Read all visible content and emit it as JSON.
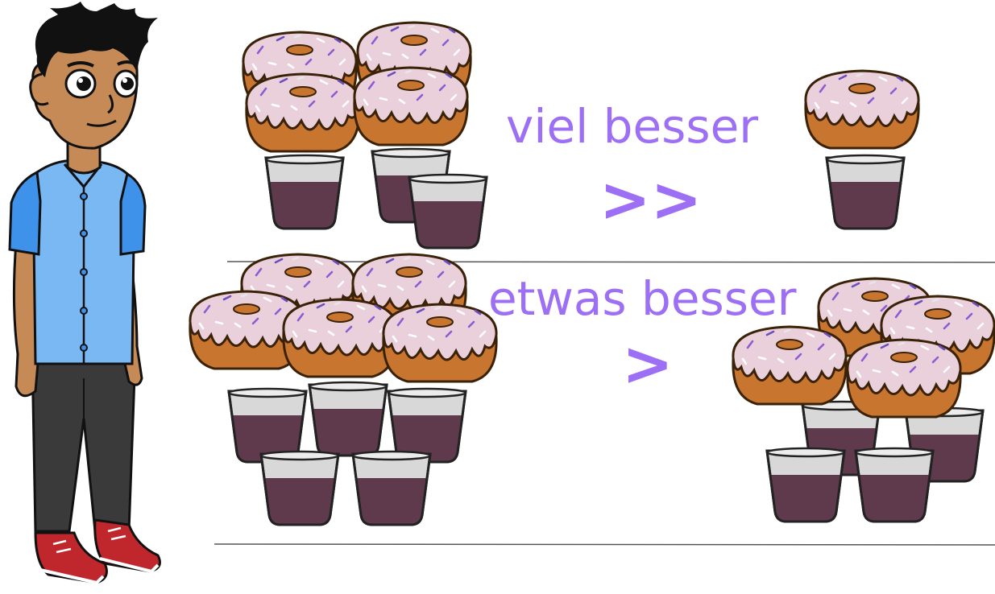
{
  "comparisons": [
    {
      "phrase": "viel besser",
      "symbol": ">>",
      "left": {
        "donuts": 4,
        "cups": 3
      },
      "right": {
        "donuts": 1,
        "cups": 1
      }
    },
    {
      "phrase": "etwas besser",
      "symbol": ">",
      "left": {
        "donuts": 5,
        "cups": 5
      },
      "right": {
        "donuts": 4,
        "cups": 4
      }
    }
  ],
  "colors": {
    "text": "#9d6ff4",
    "icing": "#ead0da",
    "dough": "#c7752f",
    "coffee": "#5e3a4c",
    "shirt": "#7ab8f4",
    "sleeve": "#3f92ea",
    "trousers": "#3a3a3a",
    "shoes": "#c0272d",
    "skin": "#c58a55",
    "hair": "#111111"
  },
  "icons": [
    "person-icon",
    "donut-icon",
    "coffee-cup-icon"
  ]
}
